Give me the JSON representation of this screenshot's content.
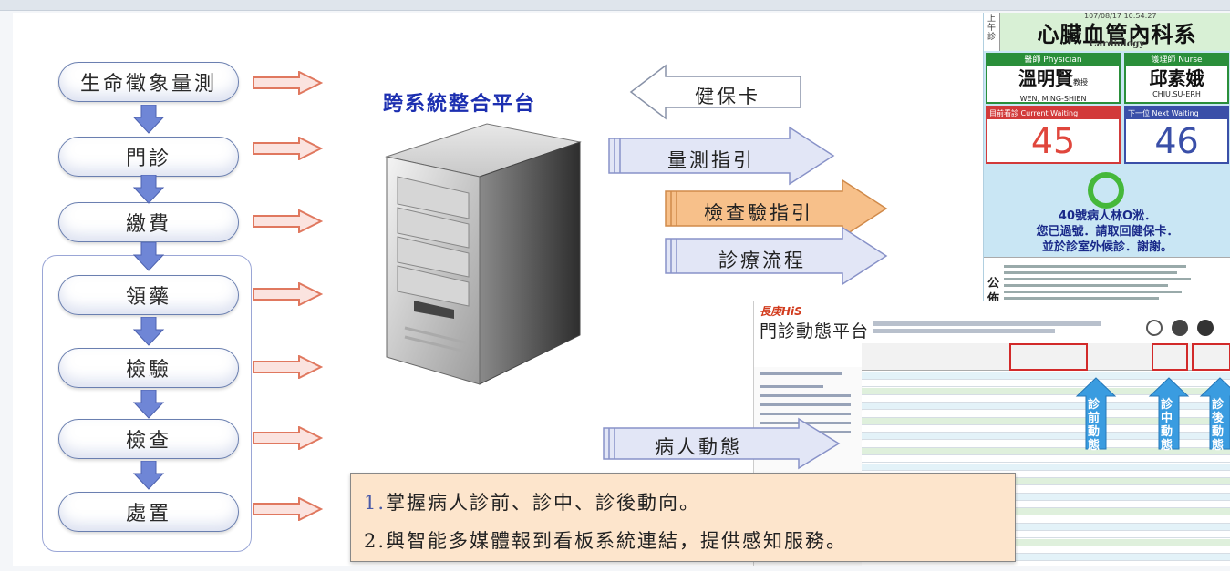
{
  "flow": {
    "steps": [
      "生命徵象量測",
      "門診",
      "繳費",
      "領藥",
      "檢驗",
      "檢查",
      "處置"
    ]
  },
  "platform": {
    "title": "跨系統整合平台"
  },
  "arrows": {
    "health_card": "健保卡",
    "measure_guide": "量測指引",
    "exam_guide": "檢查驗指引",
    "care_flow": "診療流程",
    "patient_status": "病人動態"
  },
  "board": {
    "session": "上午診",
    "timestamp": "107/08/17 10:54:27",
    "dept": "心臟血管內科系",
    "dept_en": "Cardiology",
    "physician_role": "醫師 Physician",
    "physician_name": "溫明賢",
    "physician_title": "教授",
    "physician_en": "WEN, MING-SHIEN",
    "nurse_role": "護理師 Nurse",
    "nurse_name": "邱素娥",
    "nurse_en": "CHIU,SU-ERH",
    "current_label": "目前看診 Current Waiting",
    "current_number": "45",
    "next_label": "下一位 Next Waiting",
    "next_number": "46",
    "msg_1": "40號病人林O淞．",
    "msg_2": "您已過號．請取回健保卡．",
    "msg_3": "並於診室外候診．謝謝。",
    "notice_label": "公佈"
  },
  "his": {
    "logo": "長庚HiS",
    "title": "門診動態平台",
    "before": "診前動態",
    "during": "診中動態",
    "after": "診後動態"
  },
  "callout": {
    "line1_num": "1.",
    "line1_text": "掌握病人診前、診中、診後動向。",
    "line2_num": "2.",
    "line2_text": "與智能多媒體報到看板系統連結，提供感知服務。"
  },
  "colors": {
    "platform_title": "#1c2fb0",
    "flow_arrow": "#6f86d6",
    "orange_arrow": "#f7c08a",
    "callout_bg": "#fde5cc"
  }
}
